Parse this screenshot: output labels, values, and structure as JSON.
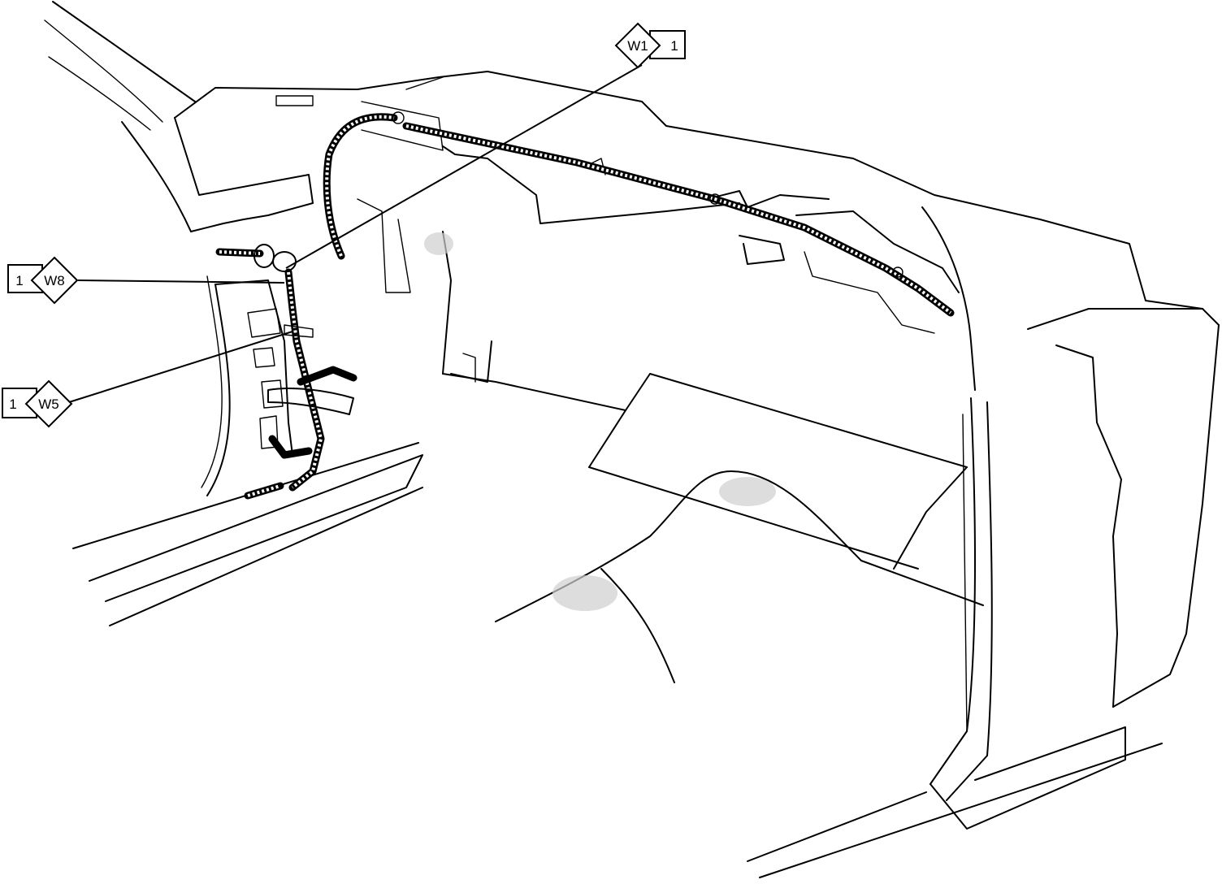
{
  "callouts": [
    {
      "id": "w1",
      "code": "W1",
      "number": "1"
    },
    {
      "id": "w8",
      "code": "W8",
      "number": "1"
    },
    {
      "id": "w5",
      "code": "W5",
      "number": "1"
    }
  ]
}
